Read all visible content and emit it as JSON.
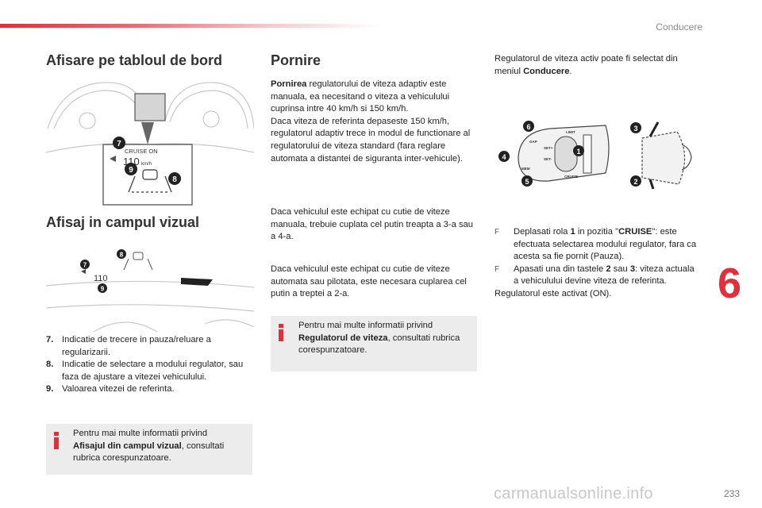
{
  "header": {
    "chapter": "Conducere"
  },
  "side_tab": {
    "number": "6"
  },
  "footer": {
    "page_number": "233",
    "watermark": "carmanualsonline.info"
  },
  "left": {
    "heading1": "Afisare pe tabloul de bord",
    "cluster_display": {
      "cruise_label": "CRUISE ON",
      "speed": "110",
      "unit": "km/h"
    },
    "heading2": "Afisaj in campul vizual",
    "hud_speed": "110",
    "callouts": [
      "7",
      "8",
      "9"
    ],
    "legend": [
      {
        "num": "7.",
        "text": "Indicatie de trecere in pauza/reluare a regularizarii."
      },
      {
        "num": "8.",
        "text": "Indicatie de selectare a modului regulator, sau faza de ajustare a vitezei vehiculului."
      },
      {
        "num": "9.",
        "text": "Valoarea vitezei de referinta."
      }
    ],
    "info": {
      "line1": "Pentru mai multe informatii privind",
      "bold": "Afisajul din campul vizual",
      "rest": ", consultati rubrica corespunzatoare."
    }
  },
  "middle": {
    "heading": "Pornire",
    "p1_bold": "Pornirea",
    "p1_rest": " regulatorului de viteza adaptiv este manuala, ea necesitand o viteza a vehiculului cuprinsa intre 40 km/h si 150 km/h.",
    "p1b": "Daca viteza de referinta depaseste 150 km/h, regulatorul adaptiv trece in modul de functionare al regulatorului de viteza standard (fara reglare automata a distantei de siguranta inter-vehicule).",
    "p2": "Daca vehiculul este echipat cu cutie de viteze manuala, trebuie cuplata cel putin treapta a 3-a sau a 4-a.",
    "p3": "Daca vehiculul este echipat cu cutie de viteze automata sau pilotata, este necesara cuplarea cel putin a treptei a 2-a.",
    "info": {
      "line1": "Pentru mai multe informatii privind",
      "bold": "Regulatorul de viteza",
      "rest": ", consultati rubrica corespunzatoare."
    }
  },
  "right": {
    "intro_text": "Regulatorul de viteza activ poate fi selectat din meniul ",
    "intro_bold": "Conducere",
    "intro_end": ".",
    "stalk_labels": {
      "gap": "GAP",
      "limit": "LIMIT",
      "set_plus": "SET+",
      "set_minus": "SET-",
      "mem": "MEM",
      "cruise": "CRUISE"
    },
    "stalk_callouts": [
      "1",
      "2",
      "3",
      "4",
      "5",
      "6"
    ],
    "bullet_symbol": "F",
    "bullet1": {
      "a": "Deplasati rola ",
      "b1": "1",
      "c": " in pozitia \"",
      "b2": "CRUISE",
      "d": "\": este efectuata selectarea modului regulator, fara ca acesta sa fie pornit (Pauza)."
    },
    "bullet2": {
      "a": "Apasati una din tastele ",
      "b1": "2",
      "c": " sau ",
      "b2": "3",
      "d": ": viteza actuala a vehiculului devine viteza de referinta."
    },
    "conclusion": "Regulatorul este activat (ON)."
  }
}
